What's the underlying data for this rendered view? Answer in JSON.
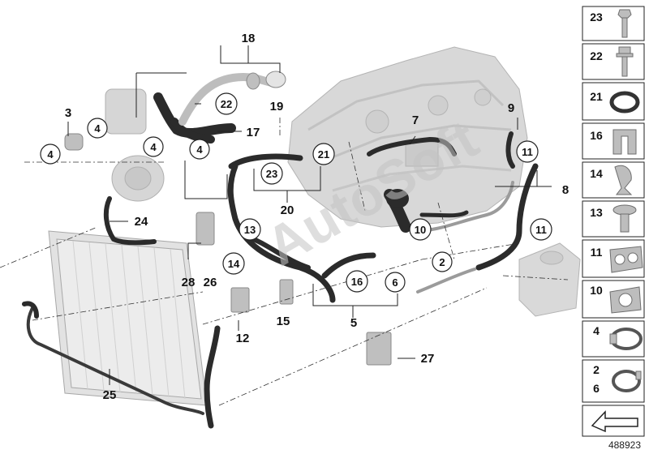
{
  "diagram_id": "488923",
  "watermark": "AutoSoft",
  "labels": {
    "l3": "3",
    "l4a": "4",
    "l4b": "4",
    "l4c": "4",
    "l4d": "4",
    "l5": "5",
    "l6": "6",
    "l7": "7",
    "l8": "8",
    "l9": "9",
    "l10": "10",
    "l11a": "11",
    "l11b": "11",
    "l12": "12",
    "l13": "13",
    "l14": "14",
    "l15": "15",
    "l16": "16",
    "l17": "17",
    "l18": "18",
    "l19": "19",
    "l20": "20",
    "l21": "21",
    "l22": "22",
    "l23": "23",
    "l24": "24",
    "l25": "25",
    "l26": "26",
    "l27": "27",
    "l28": "28",
    "l2": "2"
  },
  "legend": [
    "23",
    "22",
    "21",
    "16",
    "14",
    "13",
    "11",
    "10",
    "4",
    "2",
    "6"
  ]
}
